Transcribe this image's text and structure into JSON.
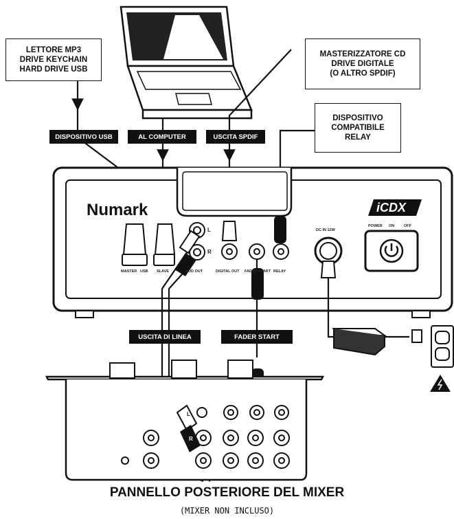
{
  "callouts": {
    "mp3": "LETTORE MP3\nDRIVE KEYCHAIN\nHARD DRIVE USB",
    "cd": "MASTERIZZATORE CD\nDRIVE DIGITALE\n(O ALTRO SPDIF)",
    "relay": "DISPOSITIVO\nCOMPATIBILE\nRELAY"
  },
  "tags": {
    "usb": "DISPOSITIVO USB",
    "computer": "AL COMPUTER",
    "spdif": "USCITA SPDIF",
    "line": "USCITA DI LINEA",
    "fader": "FADER START"
  },
  "device": {
    "brand": "Numark",
    "model": "iCDX",
    "dc_in": "DC IN 12W",
    "power": "POWER",
    "on": "ON",
    "off": "OFF",
    "jack_l": "L",
    "jack_r": "R",
    "labels": {
      "master": "MASTER",
      "usb": "USB",
      "slave": "SLAVE",
      "aud_out": "AUD OUT",
      "digital_out": "DIGITAL OUT",
      "fader_start": "FADER START",
      "relay": "RELAY"
    }
  },
  "plug_l": "L",
  "plug_r": "R",
  "title": "PANNELLO POSTERIORE DEL MIXER",
  "subtitle": "(MIXER NON INCLUSO)",
  "colors": {
    "ink": "#111111",
    "panel": "#ffffff"
  }
}
